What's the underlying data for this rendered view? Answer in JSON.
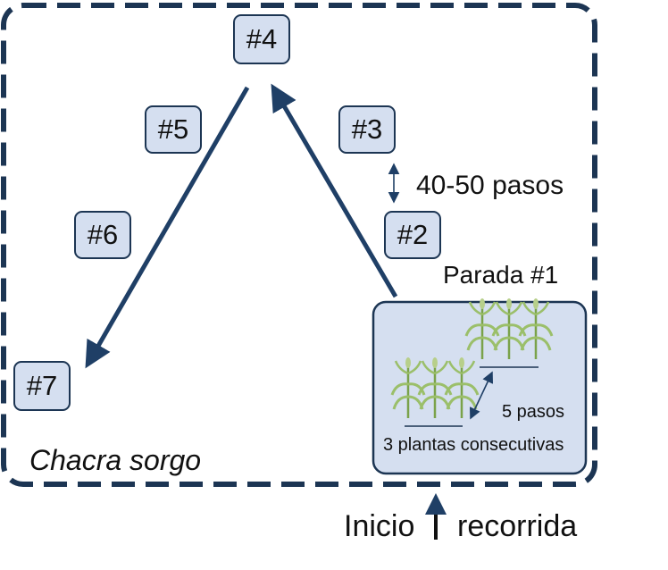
{
  "field_label": "Chacra sorgo",
  "stops": [
    {
      "id": "s4",
      "label": "#4"
    },
    {
      "id": "s5",
      "label": "#5"
    },
    {
      "id": "s3",
      "label": "#3"
    },
    {
      "id": "s6",
      "label": "#6"
    },
    {
      "id": "s2",
      "label": "#2"
    },
    {
      "id": "s7",
      "label": "#7"
    }
  ],
  "distance_label": "40-50 pasos",
  "stop1": {
    "title": "Parada #1",
    "step_label": "5 pasos",
    "plants_label": "3 plantas consecutivas"
  },
  "start": {
    "left_word": "Inicio",
    "right_word": "recorrida"
  },
  "colors": {
    "border": "#1c3553",
    "box_fill": "#d5dff0",
    "arrow": "#1f3f66",
    "plant": "#9bbf6a"
  }
}
